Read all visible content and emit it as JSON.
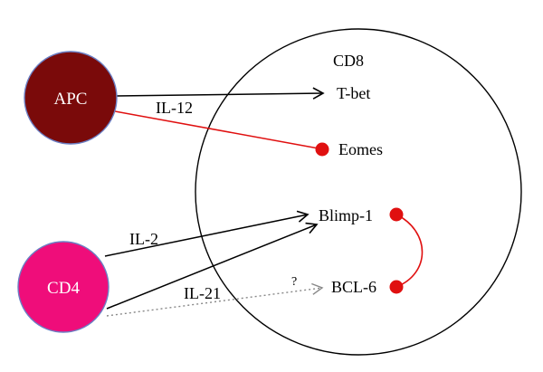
{
  "diagram": {
    "cd8_label": "CD8",
    "apc": {
      "label": "APC",
      "fill": "#7a0a0a"
    },
    "cd4": {
      "label": "CD4",
      "fill": "#ef0d7a"
    },
    "targets": {
      "tbet": "T-bet",
      "eomes": "Eomes",
      "blimp1": "Blimp-1",
      "bcl6": "BCL-6"
    },
    "edge_labels": {
      "il12": "IL-12",
      "il2": "IL-2",
      "il21": "IL-21",
      "unknown": "?"
    },
    "colors": {
      "inhibition": "#e01010",
      "outline": "#000000",
      "node_border": "#6b7fc4",
      "dotted": "#888888"
    }
  }
}
